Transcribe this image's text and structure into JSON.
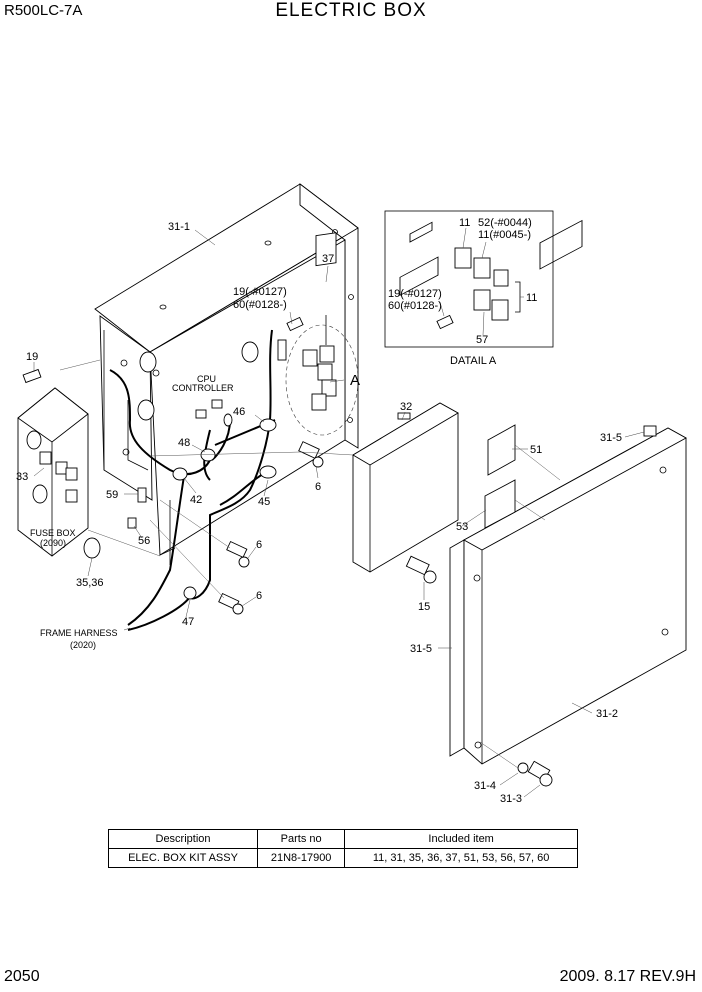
{
  "header": {
    "model": "R500LC-7A",
    "title": "ELECTRIC BOX"
  },
  "footer": {
    "page_number": "2050",
    "revision": "2009. 8.17  REV.9H"
  },
  "callouts": {
    "c31_1": "31-1",
    "c37": "37",
    "c19_60_a": "19(-#0127)",
    "c19_60_b": "60(#0128-)",
    "c19": "19",
    "cpu_a": "CPU",
    "cpu_b": "CONTROLLER",
    "c46": "46",
    "c48": "48",
    "c42": "42",
    "c45": "45",
    "c6a": "6",
    "c6b": "6",
    "c6c": "6",
    "c59": "59",
    "c56": "56",
    "c33": "33",
    "fuse_a": "FUSE BOX",
    "fuse_b": "(2090)",
    "c35_36": "35,36",
    "frame_a": "FRAME HARNESS",
    "frame_b": "(2020)",
    "c47": "47",
    "cA": "A",
    "c32": "32",
    "c15": "15",
    "c53": "53",
    "c51": "51",
    "c31_5a": "31-5",
    "c31_5b": "31-5",
    "c31_2": "31-2",
    "c31_4": "31-4",
    "c31_3": "31-3"
  },
  "detail": {
    "label": "DATAIL A",
    "c11a": "11",
    "c52": "52(-#0044)",
    "c11b": "11(#0045-)",
    "c19": "19(-#0127)",
    "c60": "60(#0128-)",
    "c11c": "11",
    "c57": "57"
  },
  "kit_table": {
    "headers": [
      "Description",
      "Parts no",
      "Included item"
    ],
    "row": [
      "ELEC. BOX KIT ASSY",
      "21N8-17900",
      "11, 31, 35, 36, 37, 51, 53, 56, 57, 60"
    ]
  }
}
